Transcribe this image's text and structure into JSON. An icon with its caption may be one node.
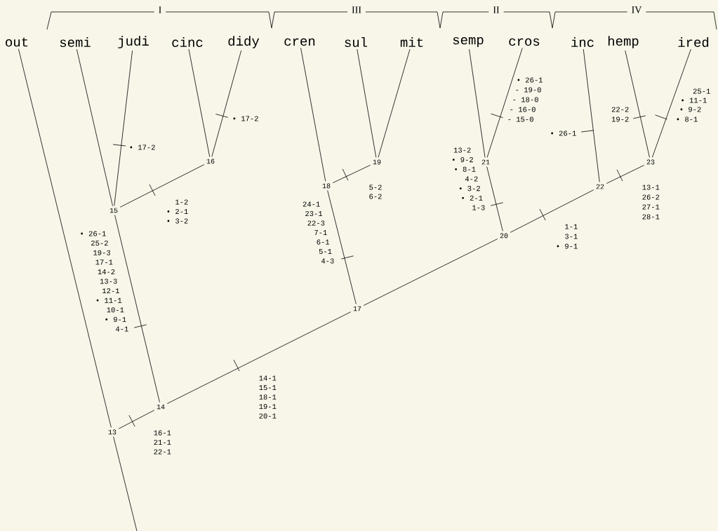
{
  "diagram": {
    "nodes": [
      {
        "text": [
          "out"
        ]
      },
      {
        "text": [
          "semi"
        ]
      },
      {
        "text": [
          "judi"
        ]
      },
      {
        "text": [
          "cinc"
        ]
      },
      {
        "text": [
          "didy"
        ]
      },
      {
        "text": [
          "cren"
        ]
      },
      {
        "text": [
          "sul"
        ]
      },
      {
        "text": [
          "mit"
        ]
      },
      {
        "text": [
          "semp"
        ]
      },
      {
        "text": [
          "cros"
        ]
      },
      {
        "text": [
          "inc"
        ]
      },
      {
        "text": [
          "hemp"
        ]
      },
      {
        "text": [
          "ired"
        ]
      },
      {
        "text": [
          "13"
        ]
      },
      {
        "text": [
          "14"
        ]
      },
      {
        "text": [
          "15"
        ]
      },
      {
        "text": [
          "16"
        ]
      },
      {
        "text": [
          "17"
        ]
      },
      {
        "text": [
          "18"
        ]
      },
      {
        "text": [
          "19"
        ]
      },
      {
        "text": [
          "20"
        ]
      },
      {
        "text": [
          "21"
        ]
      },
      {
        "text": [
          "22"
        ]
      },
      {
        "text": [
          "23"
        ]
      }
    ],
    "edges": [
      {
        "from": 13,
        "to": 0,
        "arrow": "none"
      },
      {
        "from": 13,
        "to": 14,
        "arrow": "none"
      },
      {
        "from": 14,
        "to": 15,
        "arrow": "none"
      },
      {
        "from": 14,
        "to": 17,
        "arrow": "none"
      },
      {
        "from": 15,
        "to": 1,
        "arrow": "none"
      },
      {
        "from": 15,
        "to": 2,
        "arrow": "none"
      },
      {
        "from": 15,
        "to": 16,
        "arrow": "none"
      },
      {
        "from": 16,
        "to": 3,
        "arrow": "none"
      },
      {
        "from": 16,
        "to": 4,
        "arrow": "none"
      },
      {
        "from": 17,
        "to": 18,
        "arrow": "none"
      },
      {
        "from": 17,
        "to": 20,
        "arrow": "none"
      },
      {
        "from": 18,
        "to": 5,
        "arrow": "none"
      },
      {
        "from": 18,
        "to": 19,
        "arrow": "none"
      },
      {
        "from": 19,
        "to": 6,
        "arrow": "none"
      },
      {
        "from": 19,
        "to": 7,
        "arrow": "none"
      },
      {
        "from": 20,
        "to": 21,
        "arrow": "none"
      },
      {
        "from": 20,
        "to": 22,
        "arrow": "none"
      },
      {
        "from": 21,
        "to": 8,
        "arrow": "none"
      },
      {
        "from": 21,
        "to": 9,
        "arrow": "none"
      },
      {
        "from": 22,
        "to": 10,
        "arrow": "none"
      },
      {
        "from": 22,
        "to": 23,
        "arrow": "none"
      },
      {
        "from": 23,
        "to": 11,
        "arrow": "none"
      },
      {
        "from": 23,
        "to": 12,
        "arrow": "none"
      },
      {
        "from": 13,
        "to": null,
        "arrow": "none"
      }
    ],
    "labels": [
      "I",
      "III",
      "II",
      "IV",
      "• 17-2",
      "• 17-2",
      "1-2",
      "• 2-1",
      "• 3-2",
      "• 26-1",
      "25-2",
      "19-3",
      "17-1",
      "14-2",
      "13-3",
      "12-1",
      "• 11-1",
      "10-1",
      "• 9-1",
      "4-1",
      "24-1",
      "23-1",
      "22-3",
      "7-1",
      "6-1",
      "5-1",
      "4-3",
      "5-2",
      "6-2",
      "• 26-1",
      "- 19-0",
      "- 18-0",
      "- 16-0",
      "- 15-0",
      "13-2",
      "• 9-2",
      "• 8-1",
      "4-2",
      "• 3-2",
      "• 2-1",
      "1-3",
      "• 26-1",
      "22-2",
      "19-2",
      "25-1",
      "• 11-1",
      "• 9-2",
      "• 8-1",
      "13-1",
      "26-2",
      "27-1",
      "28-1",
      "1-1",
      "3-1",
      "• 9-1",
      "14-1",
      "15-1",
      "18-1",
      "19-1",
      "20-1",
      "16-1",
      "21-1",
      "22-1"
    ]
  }
}
